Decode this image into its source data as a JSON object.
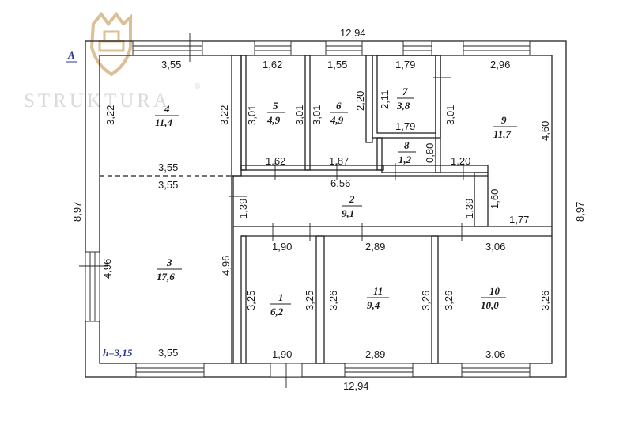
{
  "branding": {
    "name": "STRUKTURA",
    "registered": "®"
  },
  "plan": {
    "marker": "A",
    "ceiling_height": "h=3,15",
    "overall": {
      "top": "12,94",
      "bottom": "12,94",
      "left": "8,97",
      "right": "8,97"
    },
    "rooms": [
      {
        "id": "1",
        "area": "6,2"
      },
      {
        "id": "2",
        "area": "9,1"
      },
      {
        "id": "3",
        "area": "17,6"
      },
      {
        "id": "4",
        "area": "11,4"
      },
      {
        "id": "5",
        "area": "4,9"
      },
      {
        "id": "6",
        "area": "4,9"
      },
      {
        "id": "7",
        "area": "3,8"
      },
      {
        "id": "8",
        "area": "1,2"
      },
      {
        "id": "9",
        "area": "11,7"
      },
      {
        "id": "10",
        "area": "10,0"
      },
      {
        "id": "11",
        "area": "9,4"
      }
    ],
    "dims": {
      "r4_top": "3,55",
      "r4_bottom": "3,55",
      "r4_left": "3,22",
      "r4_right": "3,22",
      "r5_top": "1,62",
      "r5_bottom": "1,62",
      "r5_left": "3,01",
      "r5_right": "3,01",
      "r6_top": "1,55",
      "r6_bottom": "1,87",
      "r6_left": "3,01",
      "r6_right": "2,20",
      "r7_top": "1,79",
      "r7_bottom": "1,79",
      "r7_left": "2,11",
      "r8_right": "0,80",
      "r8_bottom": "1,20",
      "r9_top": "2,96",
      "r9_left": "3,01",
      "r9_right": "4,60",
      "r2_top": "6,56",
      "r2_left": "1,39",
      "r2_right": "1,39",
      "r2_ext": "1,60",
      "r2_bottom_right": "1,77",
      "r3_top": "3,55",
      "r3_bottom": "3,55",
      "r3_left": "4,96",
      "r3_right": "4,96",
      "r1_top": "1,90",
      "r1_bottom": "1,90",
      "r1_left": "3,25",
      "r1_right": "3,25",
      "r11_top": "2,89",
      "r11_bottom": "2,89",
      "r11_left": "3,26",
      "r11_right": "3,26",
      "r10_top": "3,06",
      "r10_bottom": "3,06",
      "r10_left": "3,26",
      "r10_right": "3,26"
    }
  }
}
